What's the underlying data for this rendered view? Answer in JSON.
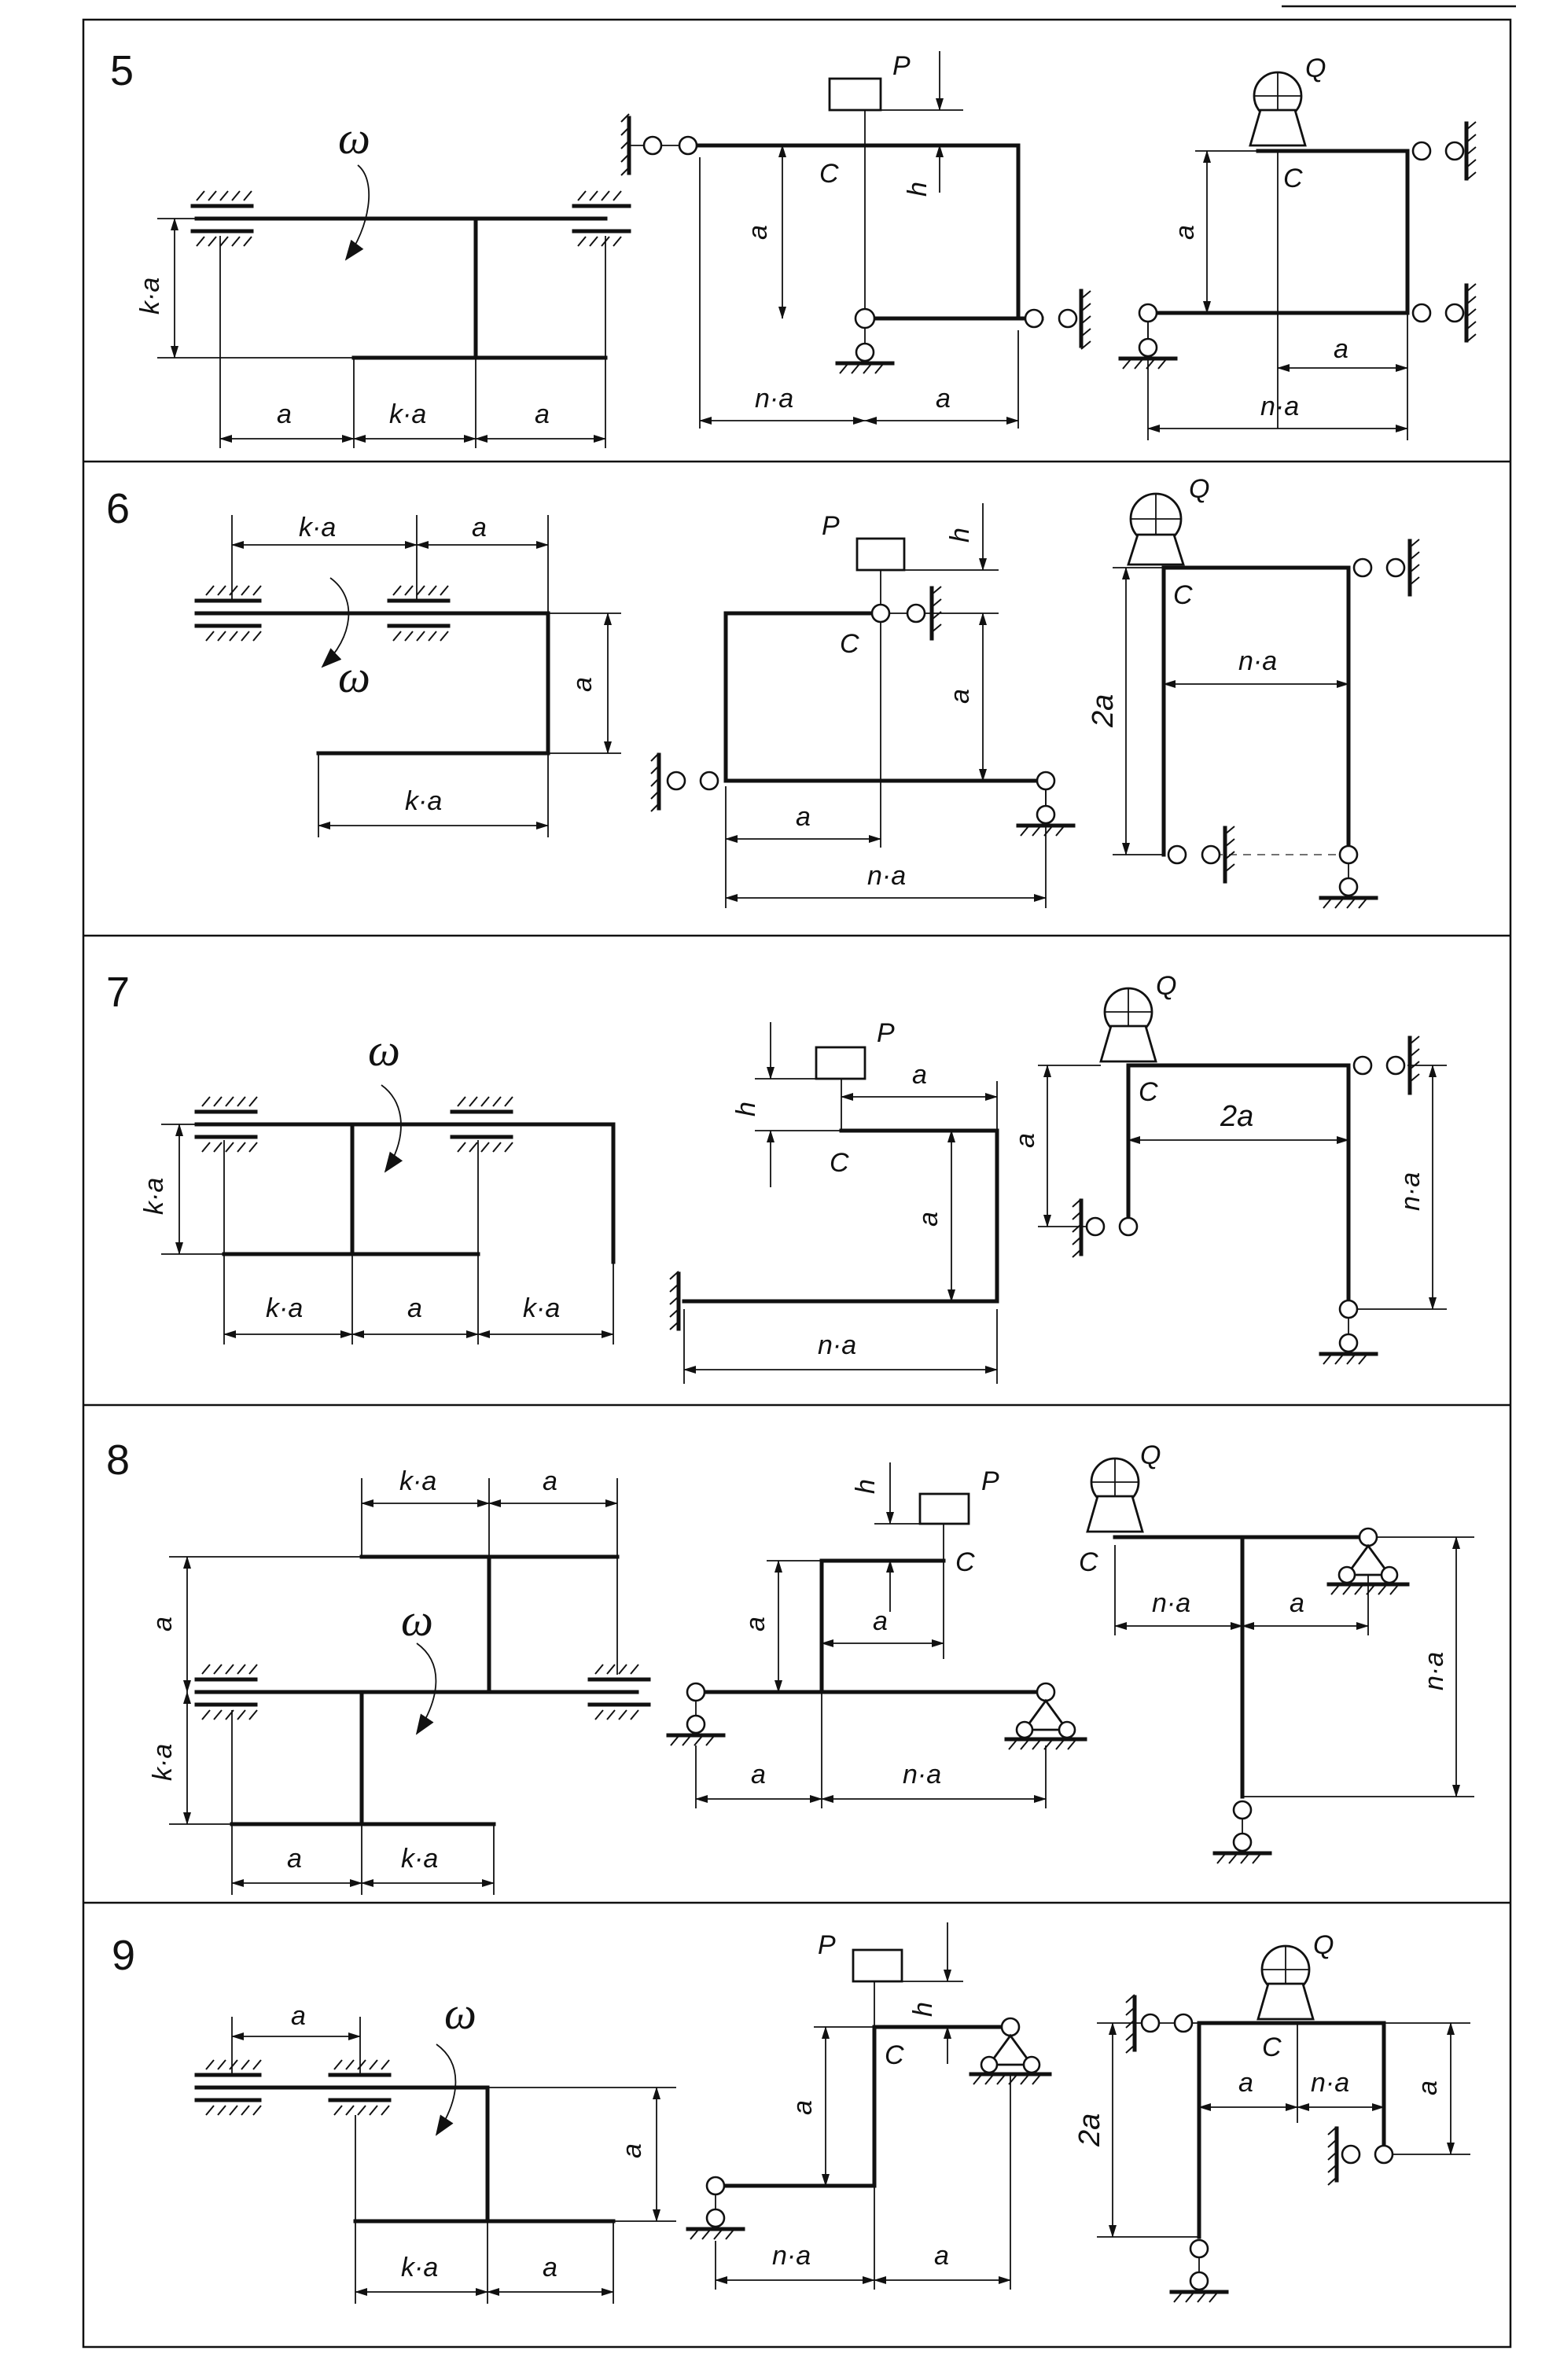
{
  "rows": [
    {
      "number": "5",
      "shaft": {
        "omega": "ω",
        "dims": [
          "a",
          "k·a",
          "a"
        ],
        "vertical_dim": "k·a"
      },
      "frame_p": {
        "load": "P",
        "point": "C",
        "h": "h",
        "a_vertical": "a",
        "dims": [
          "n·a",
          "a"
        ]
      },
      "frame_q": {
        "load": "Q",
        "point": "C",
        "a_vertical": "a",
        "a_inner": "a",
        "n_a": "n·a"
      }
    },
    {
      "number": "6",
      "shaft": {
        "omega": "ω",
        "top_dims": [
          "k·a",
          "a"
        ],
        "vertical_dim": "a",
        "bottom_dim": "k·a"
      },
      "frame_p": {
        "load": "P",
        "point": "C",
        "h": "h",
        "a_vertical": "a",
        "a_inner": "a",
        "n_a": "n·a"
      },
      "frame_q": {
        "load": "Q",
        "point": "C",
        "vertical": "2a",
        "n_a": "n·a"
      }
    },
    {
      "number": "7",
      "shaft": {
        "omega": "ω",
        "dims": [
          "k·a",
          "a",
          "k·a"
        ],
        "vertical_dim": "k·a"
      },
      "frame_p": {
        "load": "P",
        "point": "C",
        "h": "h",
        "a_top": "a",
        "a_vertical": "a",
        "n_a": "n·a"
      },
      "frame_q": {
        "load": "Q",
        "point": "C",
        "a_vertical": "a",
        "two_a": "2a",
        "n_a_vertical": "n·a"
      }
    },
    {
      "number": "8",
      "shaft": {
        "omega": "ω",
        "top_dims": [
          "k·a",
          "a"
        ],
        "vertical_dims": [
          "a",
          "k·a"
        ],
        "bottom_dims": [
          "a",
          "k·a"
        ]
      },
      "frame_p": {
        "load": "P",
        "point": "C",
        "h": "h",
        "a_vertical": "a",
        "a_inner": "a",
        "dims": [
          "a",
          "n·a"
        ]
      },
      "frame_q": {
        "load": "Q",
        "point": "C",
        "dims": [
          "n·a",
          "a"
        ],
        "n_a_vertical": "n·a"
      }
    },
    {
      "number": "9",
      "shaft": {
        "omega": "ω",
        "top_dim": "a",
        "vertical_dim": "a",
        "bottom_dims": [
          "k·a",
          "a"
        ]
      },
      "frame_p": {
        "load": "P",
        "point": "C",
        "h": "h",
        "a_vertical": "a",
        "dims": [
          "n·a",
          "a"
        ]
      },
      "frame_q": {
        "load": "Q",
        "point": "C",
        "vertical": "2a",
        "dims": [
          "a",
          "n·a"
        ],
        "a_right": "a"
      }
    }
  ]
}
